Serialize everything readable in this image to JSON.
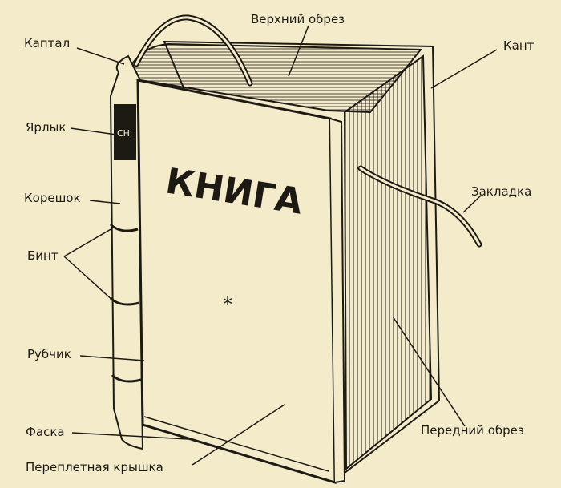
{
  "book": {
    "title": "КНИГА",
    "mark": "*"
  },
  "spine_label_text": "СН",
  "labels": {
    "kaptal": "Каптал",
    "verkhniy_obrez": "Верхний обрез",
    "kant": "Кант",
    "yarlyk": "Ярлык",
    "koreshok": "Корешок",
    "zakladka": "Закладка",
    "bint": "Бинт",
    "rubchik": "Рубчик",
    "peredniy_obrez": "Передний обрез",
    "faska": "Фаска",
    "pereplet": "Переплетная крышка"
  },
  "colors": {
    "paper": "#f3ebc9",
    "ink": "#1d1a14"
  }
}
